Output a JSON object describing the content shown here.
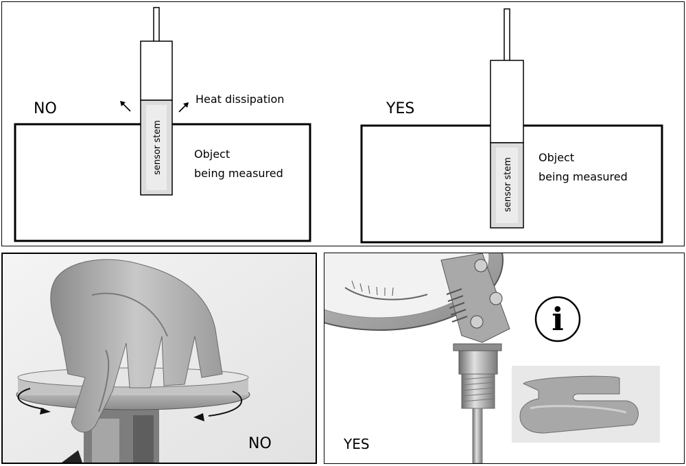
{
  "top_left": {
    "verdict": "NO",
    "heat_label": "Heat dissipation",
    "stem_label": "sensor stem",
    "object_line1": "Object",
    "object_line2": "being measured"
  },
  "top_right": {
    "verdict": "YES",
    "stem_label": "sensor stem",
    "object_line1": "Object",
    "object_line2": "being measured"
  },
  "bottom_left": {
    "verdict": "NO"
  },
  "bottom_right": {
    "verdict": "YES",
    "info_symbol": "i"
  }
}
